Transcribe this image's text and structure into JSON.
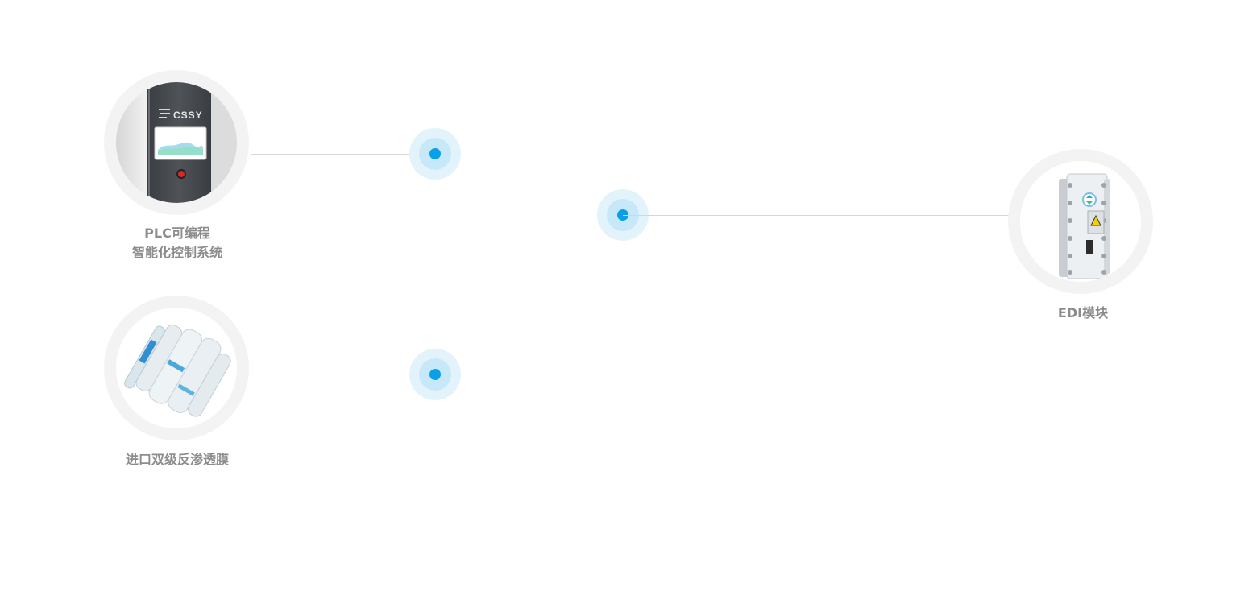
{
  "features": {
    "plc": {
      "label_line1": "PLC可编程",
      "label_line2": "智能化控制系统",
      "brand": "CSSY",
      "icon": "plc-controller-image"
    },
    "membrane": {
      "label": "进口双级反渗透膜",
      "icon": "ro-membrane-image"
    },
    "edi": {
      "label": "EDI模块",
      "icon": "edi-module-image"
    }
  },
  "colors": {
    "accent": "#0aa0e8",
    "label": "#8c8c8c",
    "ring": "#f3f3f3",
    "connector": "#d6d6d6"
  }
}
